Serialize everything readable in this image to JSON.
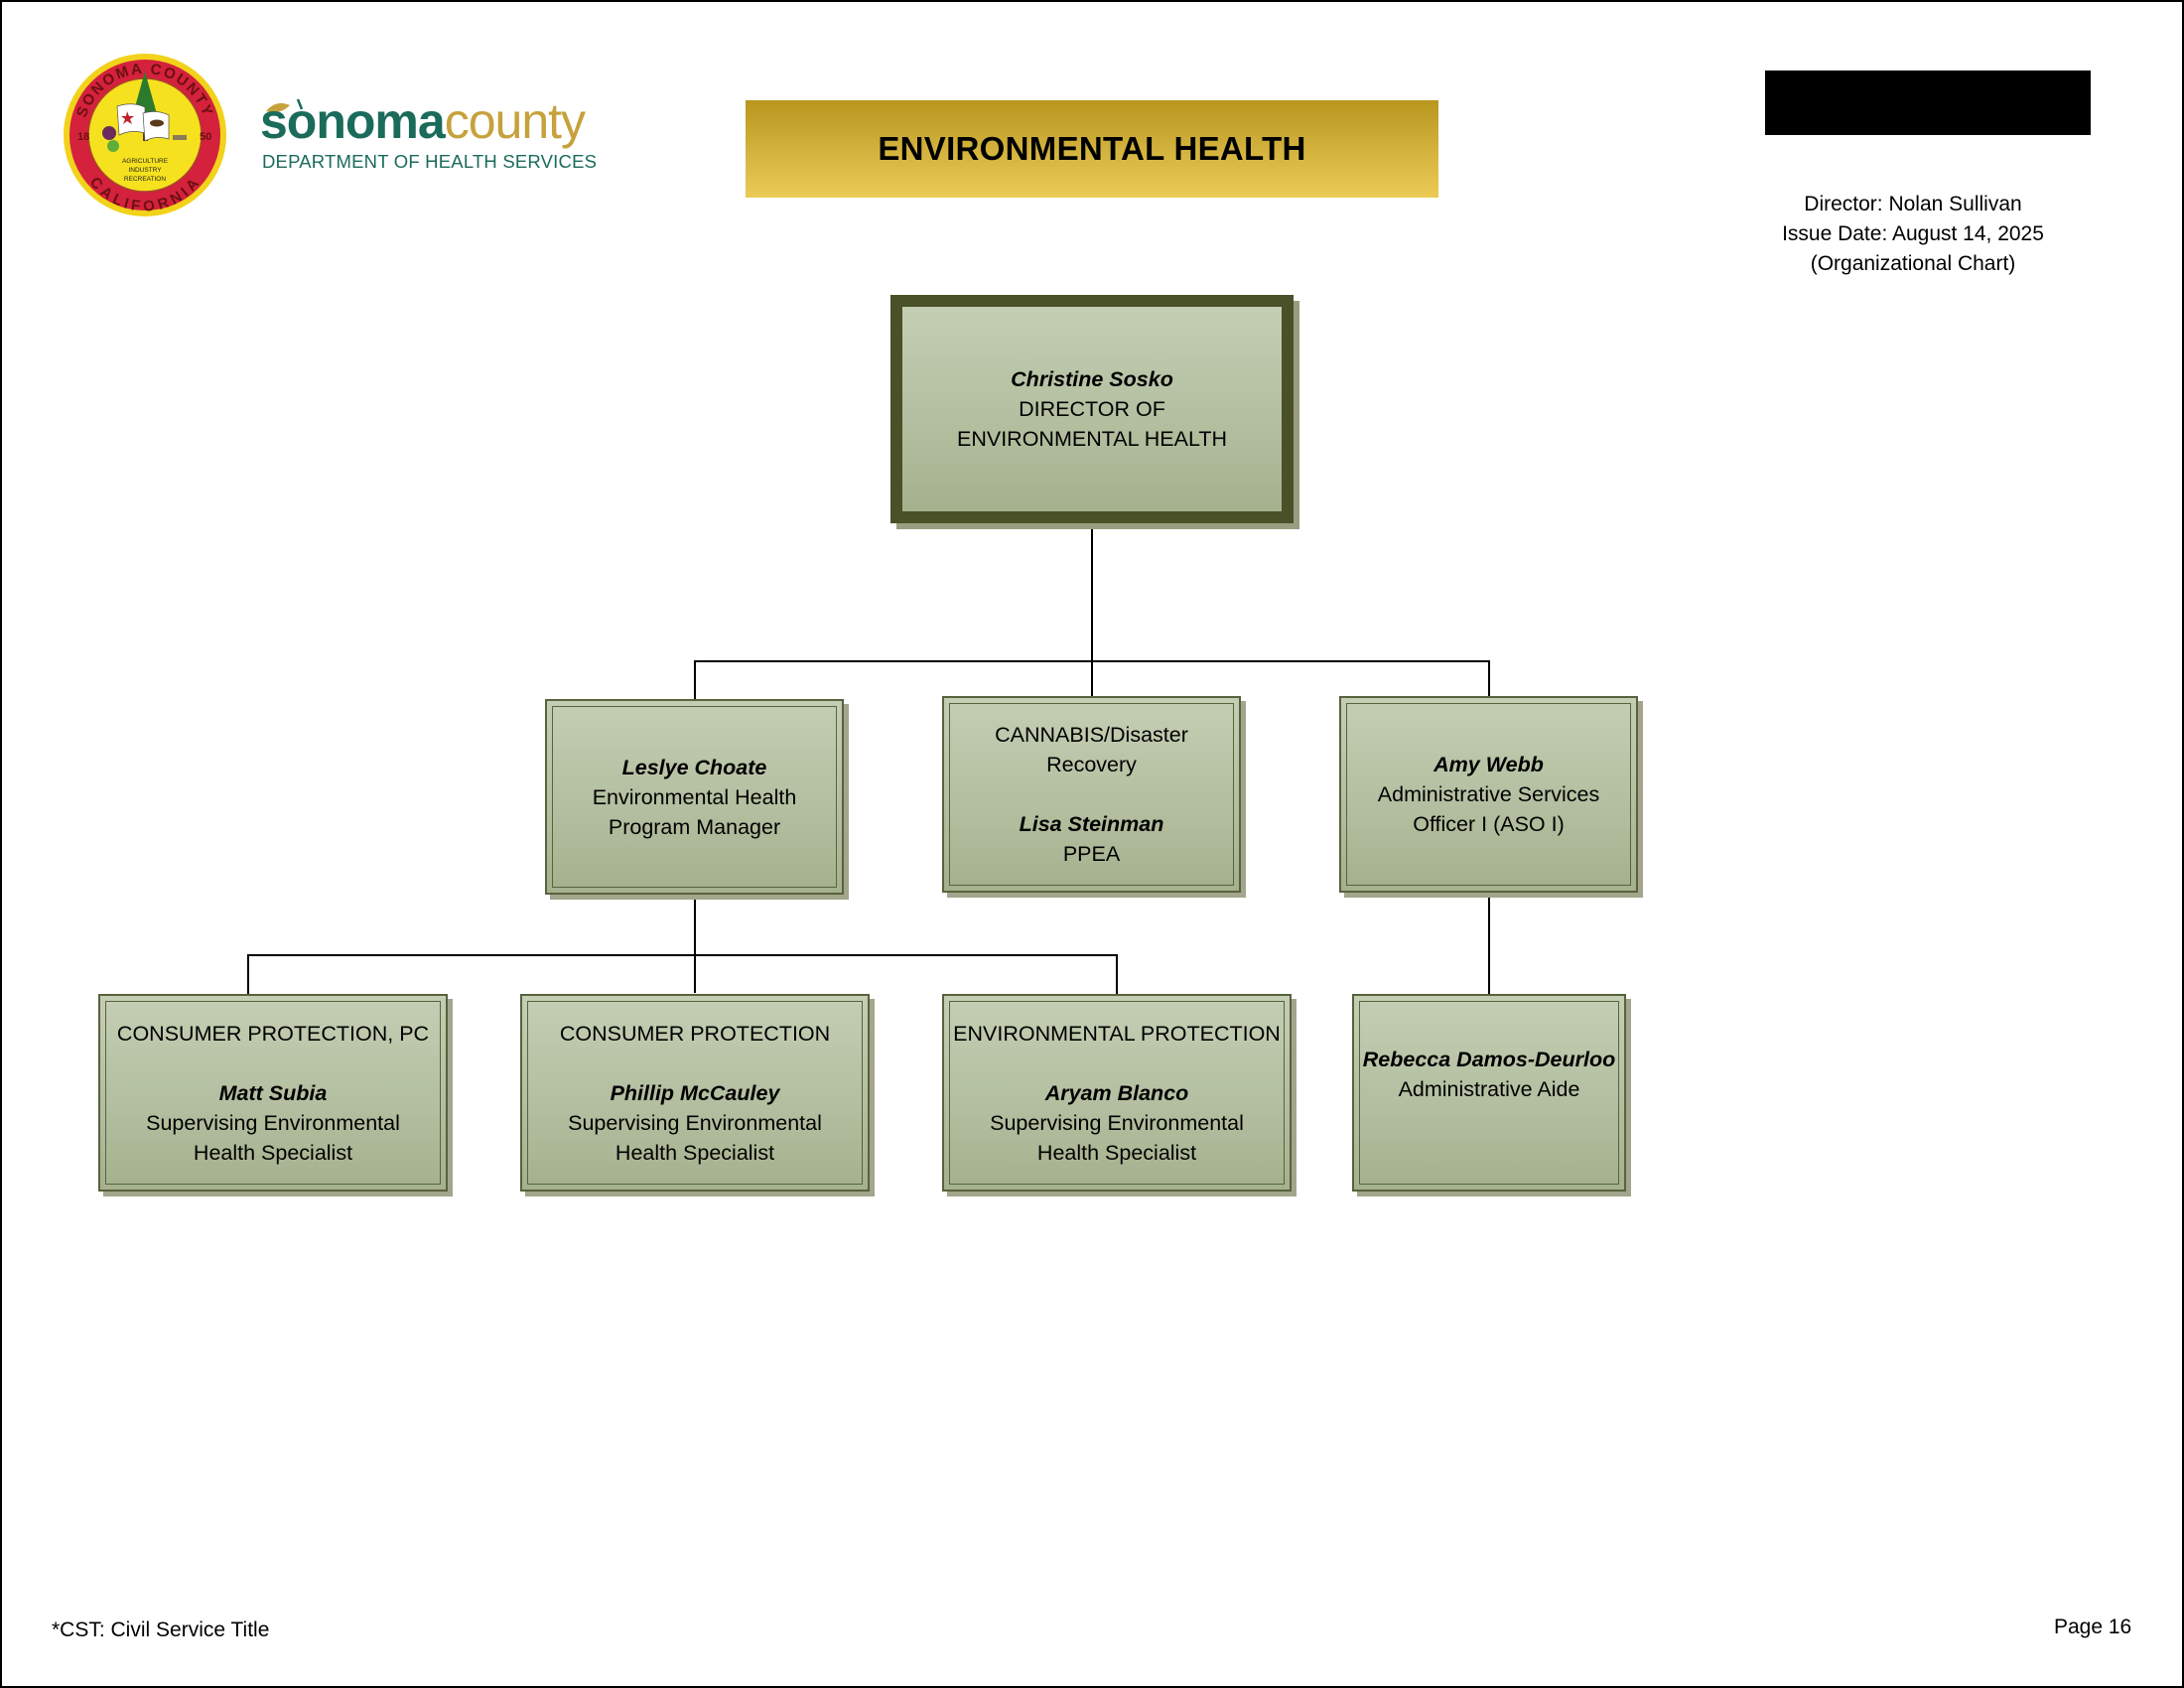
{
  "header": {
    "seal": {
      "top_text": "SONOMA COUNTY",
      "bottom_text": "CALIFORNIA",
      "year_left": "18",
      "year_right": "50",
      "motto": [
        "AGRICULTURE",
        "INDUSTRY",
        "RECREATION"
      ]
    },
    "logo": {
      "word1": "sonoma",
      "word2": "county",
      "subtitle": "DEPARTMENT OF HEALTH SERVICES"
    },
    "title": "ENVIRONMENTAL HEALTH",
    "meta": {
      "director": "Director: Nolan Sullivan",
      "issue_date": "Issue Date: August 14, 2025",
      "doc_type": "(Organizational Chart)"
    }
  },
  "colors": {
    "logo_teal": "#1b6b5b",
    "logo_gold": "#c6a23c",
    "banner_gold": "#d2b23c",
    "box_fill": "#b3bfa0",
    "box_border": "#4a5128"
  },
  "org": {
    "director": {
      "name": "Christine Sosko",
      "title_line1": "DIRECTOR OF",
      "title_line2": "ENVIRONMENTAL HEALTH"
    },
    "level2": [
      {
        "name": "Leslye Choate",
        "title_line1": "Environmental Health",
        "title_line2": "Program Manager"
      },
      {
        "section_line1": "CANNABIS/Disaster",
        "section_line2": "Recovery",
        "name": "Lisa Steinman",
        "title_line1": "PPEA"
      },
      {
        "name": "Amy Webb",
        "title_line1": "Administrative Services",
        "title_line2": "Officer I (ASO I)"
      }
    ],
    "level3": [
      {
        "section": "CONSUMER PROTECTION, PC",
        "name": "Matt Subia",
        "title_line1": "Supervising Environmental",
        "title_line2": "Health Specialist"
      },
      {
        "section": "CONSUMER PROTECTION",
        "name": "Phillip McCauley",
        "title_line1": "Supervising Environmental",
        "title_line2": "Health Specialist"
      },
      {
        "section": "ENVIRONMENTAL PROTECTION",
        "name": "Aryam Blanco",
        "title_line1": "Supervising Environmental",
        "title_line2": "Health Specialist"
      },
      {
        "name": "Rebecca Damos-Deurloo",
        "title_line1": "Administrative Aide"
      }
    ]
  },
  "footer": {
    "note": "*CST: Civil Service Title",
    "page": "Page 16"
  }
}
